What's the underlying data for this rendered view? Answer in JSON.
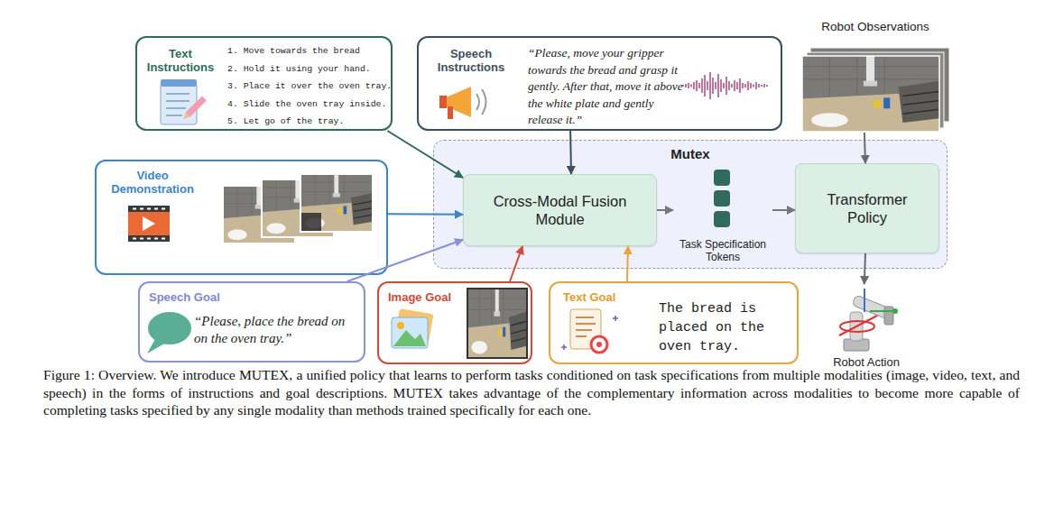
{
  "diagram": {
    "caption": "Figure 1: Overview. We introduce MUTEX, a unified policy that learns to perform tasks conditioned on task specifications from multiple modalities (image, video, text, and speech) in the forms of instructions and goal descriptions. MUTEX takes advantage of the complementary information across modalities to become more capable of completing tasks specified by any single modality than methods trained specifically for each one.",
    "nodes": [
      {
        "text": [
          "Text Instructions",
          "1. Move towards the bread",
          "2. Hold it using your hand.",
          "3. Place it over the oven tray.",
          "4. Slide the oven tray inside.",
          "5. Let go of the tray."
        ]
      },
      {
        "text": [
          "Speech Instructions",
          "“Please, move your gripper towards the bread and grasp it gently. After that, move it above the white plate and gently release it.”"
        ]
      },
      {
        "text": [
          "Robot Observations"
        ]
      },
      {
        "text": [
          "Mutex"
        ]
      },
      {
        "text": [
          "Cross-Modal Fusion Module"
        ],
        "in": 3
      },
      {
        "text": [
          "Task Specification Tokens"
        ],
        "in": 3
      },
      {
        "text": [
          "Transformer Policy"
        ],
        "in": 3
      },
      {
        "text": [
          "Video Demonstration"
        ]
      },
      {
        "text": [
          "Speech Goal",
          "“Please, place the bread on on the oven tray.”"
        ]
      },
      {
        "text": [
          "Image Goal"
        ]
      },
      {
        "text": [
          "Text Goal",
          "The bread is placed on the oven tray."
        ]
      },
      {
        "text": [
          "Robot Action"
        ]
      }
    ],
    "edges": [
      {
        "from": 0,
        "to": 4,
        "arrow": "to"
      },
      {
        "from": 1,
        "to": 4,
        "arrow": "to"
      },
      {
        "from": 2,
        "to": 6,
        "arrow": "to"
      },
      {
        "from": 4,
        "to": 5,
        "arrow": "to"
      },
      {
        "from": 5,
        "to": 6,
        "arrow": "to"
      },
      {
        "from": 6,
        "to": 11,
        "arrow": "to"
      },
      {
        "from": 7,
        "to": 4,
        "arrow": "to"
      },
      {
        "from": 8,
        "to": 4,
        "arrow": "to"
      },
      {
        "from": 9,
        "to": 4,
        "arrow": "to"
      },
      {
        "from": 10,
        "to": 4,
        "arrow": "to"
      }
    ]
  }
}
